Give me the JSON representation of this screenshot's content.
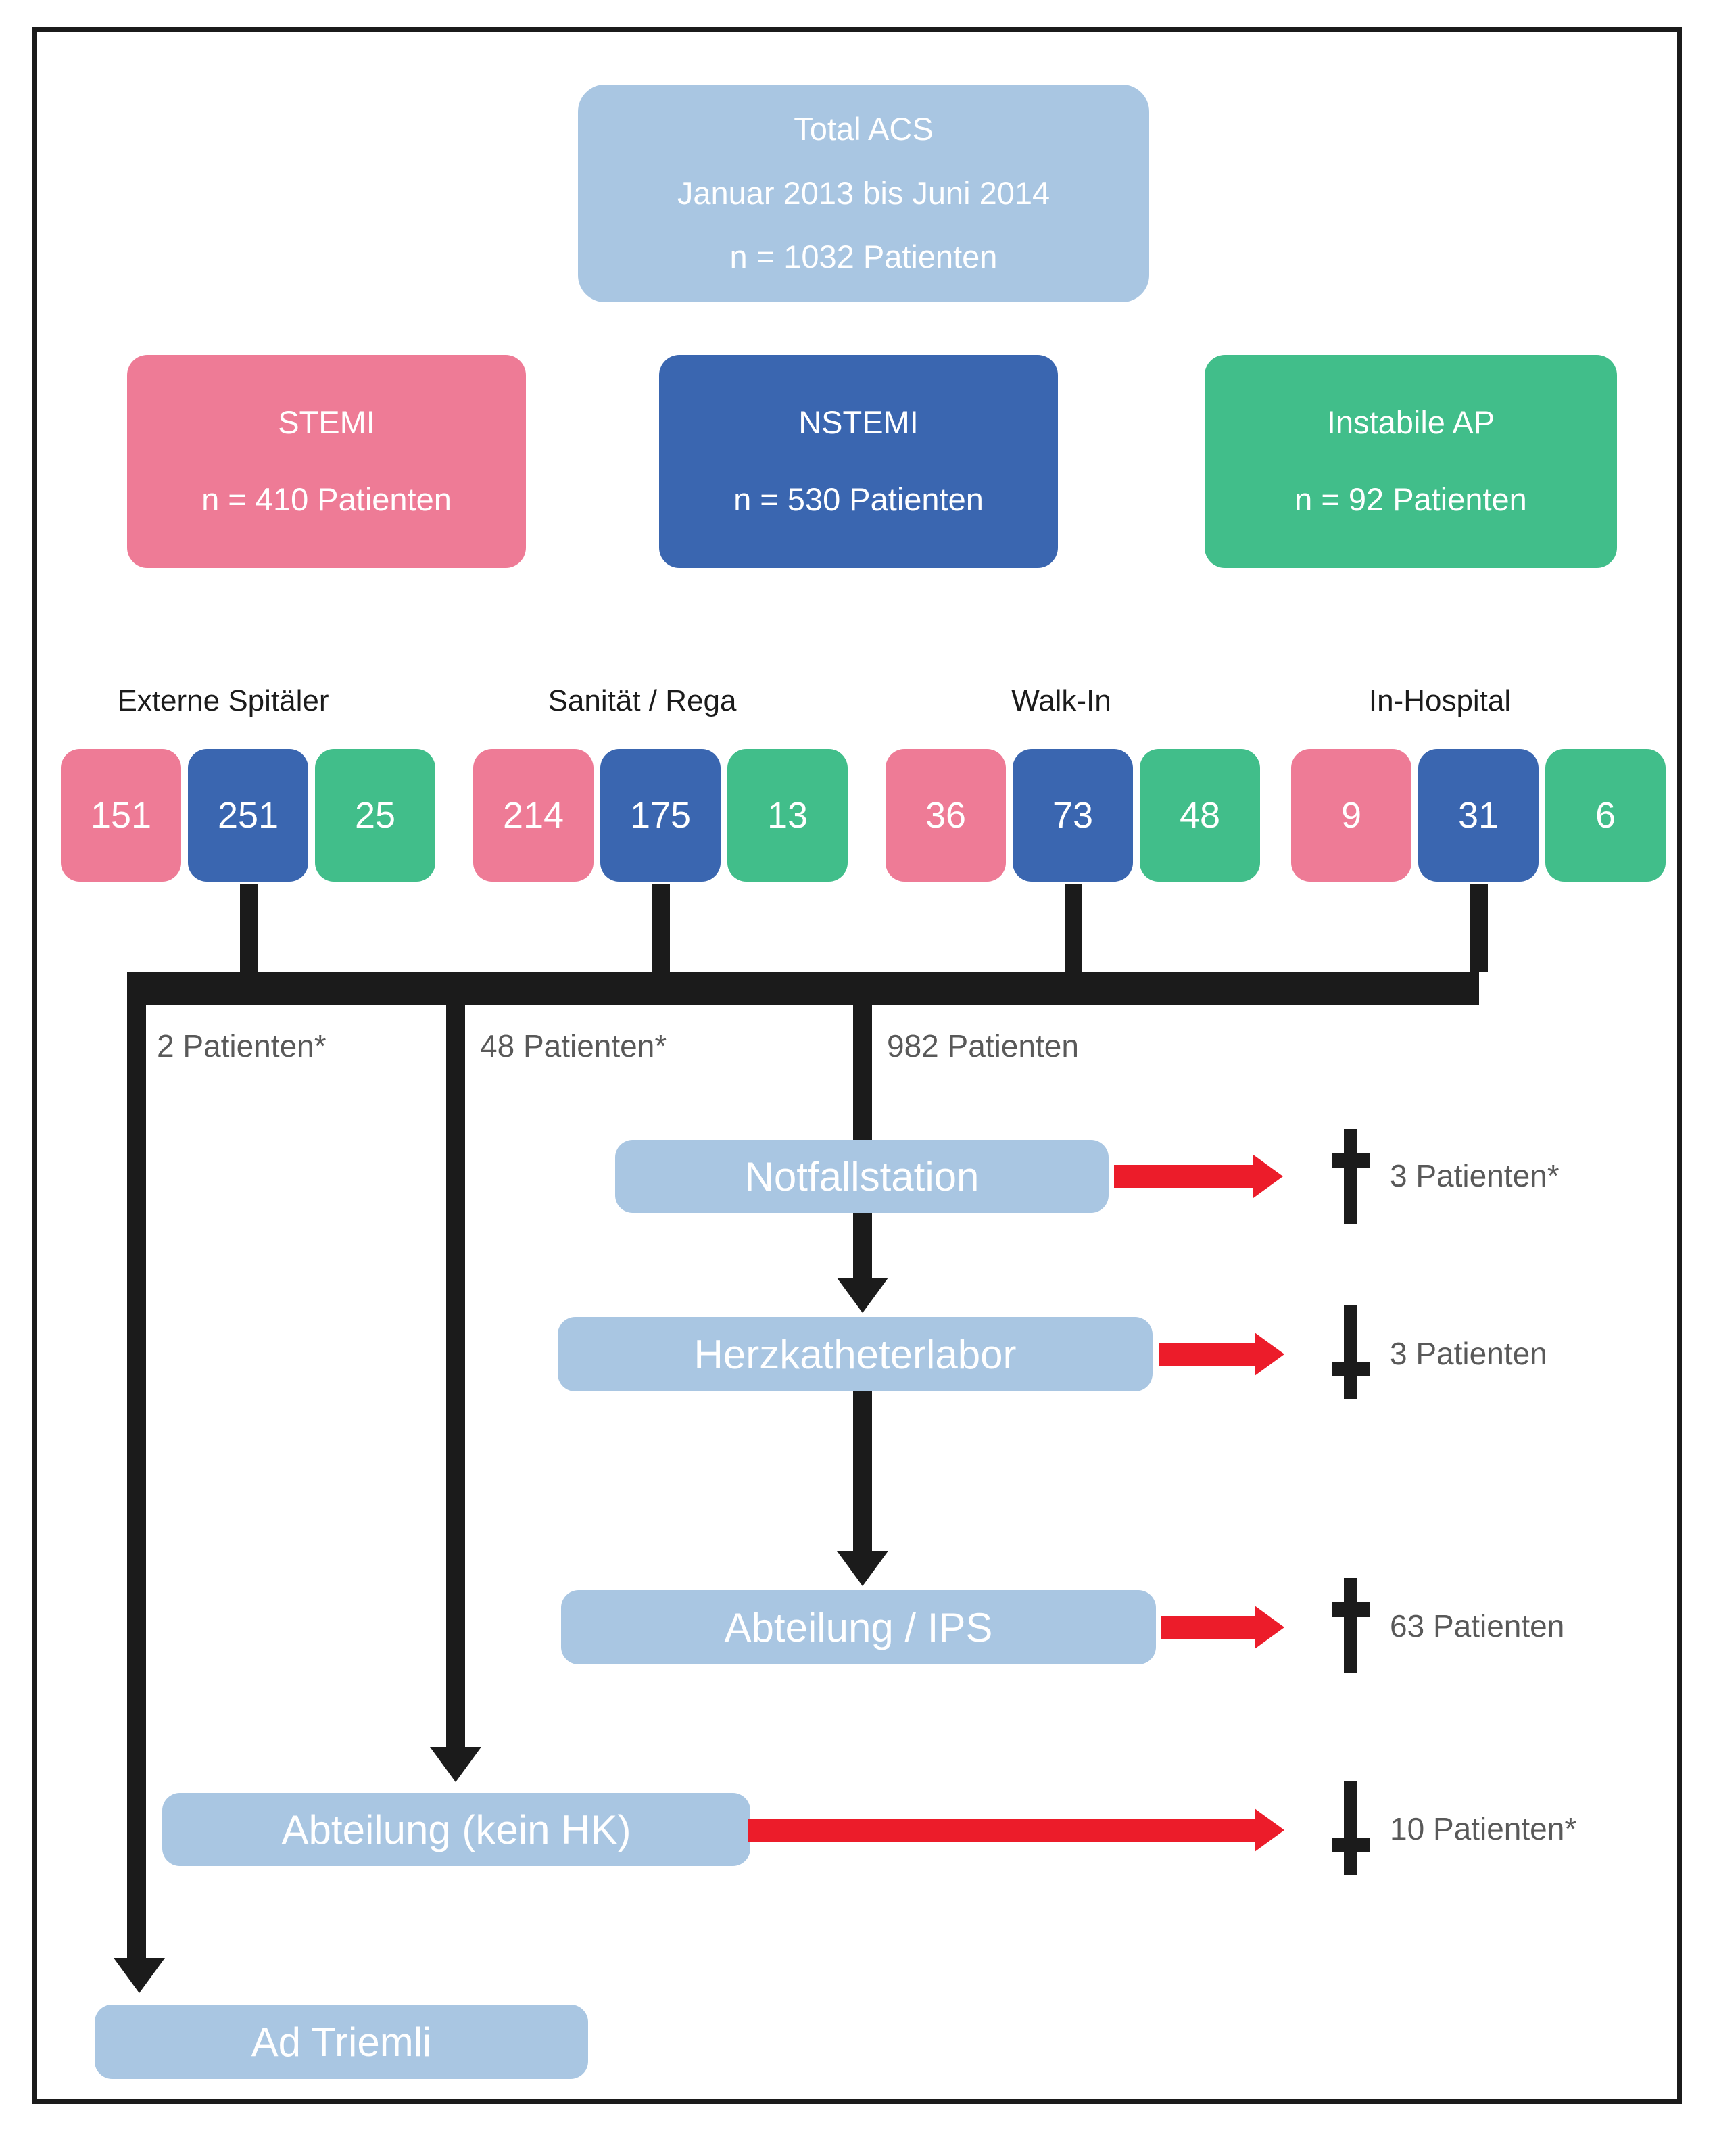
{
  "figure": {
    "title": "ACS patient flow chart",
    "colors": {
      "light_blue": "#a9c6e2",
      "pink": "#ee7b96",
      "blue": "#3a66b0",
      "green": "#41be8a",
      "red_arrow": "#ec1c2a",
      "connector_black": "#1b1b1b",
      "gray_text": "#595959"
    }
  },
  "total_acs": {
    "title": "Total ACS",
    "period": "Januar 2013 bis Juni 2014",
    "count": "n = 1032 Patienten"
  },
  "diagnoses": [
    {
      "name": "STEMI",
      "count": "n = 410 Patienten",
      "color": "pink"
    },
    {
      "name": "NSTEMI",
      "count": "n = 530 Patienten",
      "color": "blue"
    },
    {
      "name": "Instabile AP",
      "count": "n = 92 Patienten",
      "color": "green"
    }
  ],
  "routes": [
    {
      "label": "Externe Spitäler",
      "stemi": "151",
      "nstemi": "251",
      "uap": "25"
    },
    {
      "label": "Sanität / Rega",
      "stemi": "214",
      "nstemi": "175",
      "uap": "13"
    },
    {
      "label": "Walk-In",
      "stemi": "36",
      "nstemi": "73",
      "uap": "48"
    },
    {
      "label": "In-Hospital",
      "stemi": "9",
      "nstemi": "31",
      "uap": "6"
    }
  ],
  "branches": [
    {
      "label": "2 Patienten*"
    },
    {
      "label": "48 Patienten*"
    },
    {
      "label": "982 Patienten"
    }
  ],
  "stages": {
    "notfallstation": "Notfallstation",
    "herzkatheterlabor": "Herzkatheterlabor",
    "abteilung_ips": "Abteilung / IPS",
    "abteilung_kein_hk": "Abteilung (kein HK)",
    "ad_triemli": "Ad Triemli"
  },
  "deaths": [
    {
      "from": "notfallstation",
      "label": "3 Patienten*"
    },
    {
      "from": "herzkatheterlabor",
      "label": "3 Patienten"
    },
    {
      "from": "abteilung_ips",
      "label": "63 Patienten"
    },
    {
      "from": "abteilung_kein_hk",
      "label": "10 Patienten*"
    }
  ],
  "chart_data": {
    "type": "diagram",
    "title": "Total ACS Januar 2013 bis Juni 2014, n = 1032 Patienten",
    "categories": [
      "STEMI",
      "NSTEMI",
      "Instabile AP"
    ],
    "values": [
      410,
      530,
      92
    ],
    "admission_routes": {
      "categories": [
        "Externe Spitäler",
        "Sanität / Rega",
        "Walk-In",
        "In-Hospital"
      ],
      "series": [
        {
          "name": "STEMI",
          "values": [
            151,
            214,
            36,
            9
          ]
        },
        {
          "name": "NSTEMI",
          "values": [
            251,
            175,
            73,
            31
          ]
        },
        {
          "name": "Instabile AP",
          "values": [
            25,
            13,
            48,
            6
          ]
        }
      ]
    },
    "triage": {
      "categories": [
        "2 Patienten*",
        "48 Patienten*",
        "982 Patienten"
      ],
      "values": [
        2,
        48,
        982
      ]
    },
    "mortality": {
      "categories": [
        "Notfallstation",
        "Herzkatheterlabor",
        "Abteilung / IPS",
        "Abteilung (kein HK)"
      ],
      "values": [
        3,
        3,
        63,
        10
      ]
    }
  }
}
